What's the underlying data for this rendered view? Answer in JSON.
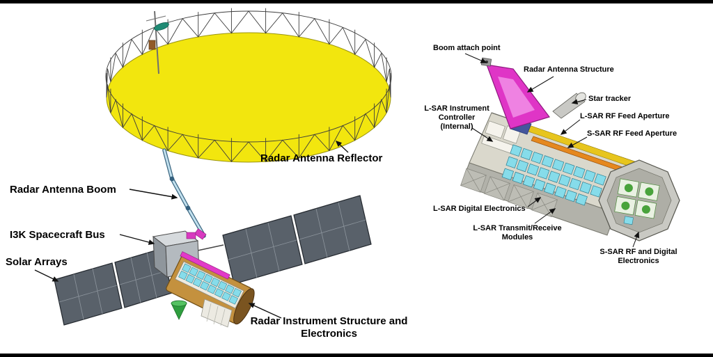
{
  "colors": {
    "reflector_yellow": "#f2e60e",
    "boom_blue": "#c2e0ee",
    "structure_magenta": "#df35c6",
    "module_cyan": "#86dcea",
    "lsar_feed_yellow": "#e7c51d",
    "ssar_feed_orange": "#e5881e",
    "solar_array_gray": "#59616a",
    "instrument_tan": "#c4913e",
    "cone_green": "#2f9e3f",
    "label_text": "#000000"
  },
  "spacecraft_view": {
    "labels": {
      "radar_antenna_reflector": "Radar Antenna Reflector",
      "radar_antenna_boom": "Radar Antenna Boom",
      "spacecraft_bus": "I3K Spacecraft Bus",
      "solar_arrays": "Solar Arrays",
      "radar_instrument": "Radar Instrument Structure and Electronics"
    }
  },
  "instrument_view": {
    "labels": {
      "boom_attach_point": "Boom attach point",
      "radar_antenna_structure": "Radar Antenna Structure",
      "star_tracker": "Star tracker",
      "lsar_rf_feed_aperture": "L-SAR RF Feed Aperture",
      "ssar_rf_feed_aperture": "S-SAR RF Feed Aperture",
      "lsar_instrument_controller": "L-SAR Instrument Controller (Internal)",
      "lsar_digital_electronics": "L-SAR Digital Electronics",
      "lsar_transmit_receive_modules": "L-SAR Transmit/Receive Modules",
      "ssar_rf_digital_electronics": "S-SAR RF and Digital Electronics"
    }
  }
}
